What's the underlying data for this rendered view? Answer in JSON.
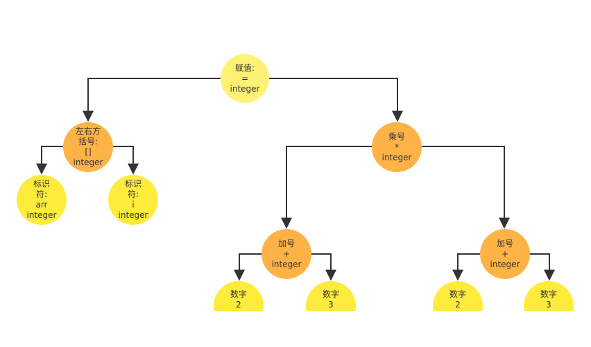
{
  "colors": {
    "root": "#fff176",
    "operator": "#ffb347",
    "leaf": "#ffeb3b",
    "edge": "#333333"
  },
  "tree": {
    "root": {
      "lines": [
        "赋值:",
        "=",
        "integer"
      ]
    },
    "bracket": {
      "lines": [
        "左右方",
        "括号:",
        "[]",
        "integer"
      ]
    },
    "ident_arr": {
      "lines": [
        "标识",
        "符:",
        "arr",
        "integer"
      ]
    },
    "ident_i": {
      "lines": [
        "标识",
        "符:",
        "i",
        "integer"
      ]
    },
    "mult": {
      "lines": [
        "乘号",
        "*",
        "integer"
      ]
    },
    "add_left": {
      "lines": [
        "加号",
        "+",
        "integer"
      ]
    },
    "add_right": {
      "lines": [
        "加号",
        "+",
        "integer"
      ]
    },
    "num_l2": {
      "lines": [
        "数字",
        "2"
      ]
    },
    "num_l3": {
      "lines": [
        "数字",
        "3"
      ]
    },
    "num_r2": {
      "lines": [
        "数字",
        "2"
      ]
    },
    "num_r3": {
      "lines": [
        "数字",
        "3"
      ]
    }
  }
}
